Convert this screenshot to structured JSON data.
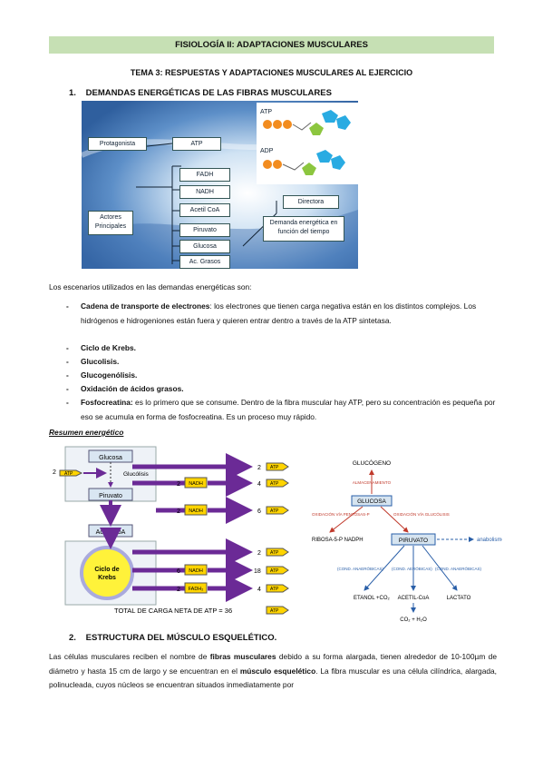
{
  "header": {
    "title": "FISIOLOGÍA II: ADAPTACIONES MUSCULARES",
    "subtitle": "TEMA 3: RESPUESTAS Y ADAPTACIONES MUSCULARES AL EJERCICIO"
  },
  "section1": {
    "num": "1.",
    "title": "DEMANDAS ENERGÉTICAS DE LAS FIBRAS MUSCULARES",
    "figure": {
      "protagonista": "Protagonista",
      "actores": "Actores Principales",
      "atp": "ATP",
      "items": [
        "FADH",
        "NADH",
        "Acetil CoA",
        "Piruvato",
        "Glucosa",
        "Ac. Grasos"
      ],
      "directora": "Directora",
      "demanda": "Demanda energética en función del tiempo",
      "atp_mol": "ATP",
      "adp_mol": "ADP"
    },
    "intro": "Los escenarios utilizados en las demandas energéticas son:",
    "bullets": [
      {
        "bold": "Cadena de transporte de electrones",
        "rest": ": los electrones que tienen carga negativa están en los distintos complejos. Los hidrógenos e hidrogeniones están fuera y quieren entrar dentro a través de la ATP sintetasa."
      },
      {
        "bold": "Ciclo de Krebs.",
        "rest": ""
      },
      {
        "bold": "Glucolisis.",
        "rest": ""
      },
      {
        "bold": "Glucogenólisis.",
        "rest": ""
      },
      {
        "bold": "Oxidación de ácidos grasos.",
        "rest": ""
      },
      {
        "bold": "Fosfocreatina:",
        "rest": " es lo primero que se consume. Dentro de la fibra muscular hay ATP, pero su concentración es pequeña por eso se acumula en forma de fosfocreatina. Es un proceso muy rápido."
      }
    ],
    "dash": "-"
  },
  "resumen": {
    "heading": "Resumen energético",
    "left": {
      "glucosa": "Glucosa",
      "glucolisis": "Glucólisis",
      "piruvato": "Piruvato",
      "acetil": "Acetil CoA",
      "ciclo": "Ciclo de Krebs",
      "in_count": "2",
      "atp": "ATP",
      "nadh": "NADH",
      "fadh": "FADH₂",
      "outputs": [
        {
          "n": "2",
          "label": "ATP",
          "carrier": ""
        },
        {
          "n": "4",
          "label": "ATP",
          "carrier": "2"
        },
        {
          "n": "6",
          "label": "ATP",
          "carrier": "2"
        },
        {
          "n": "2",
          "label": "ATP",
          "carrier": ""
        },
        {
          "n": "18",
          "label": "ATP",
          "carrier": "6"
        },
        {
          "n": "4",
          "label": "ATP",
          "carrier": "2"
        }
      ],
      "total": "TOTAL DE CARGA NETA DE ATP =  36"
    },
    "right": {
      "glucogeno": "GLUCÓGENO",
      "almacenamiento": "ALMACENAMIENTO",
      "glucosa": "GLUCOSA",
      "via_pentosas": "OXIDACIÓN VÍA PENTOSAS-P",
      "via_glucolisis": "OXIDACIÓN VÍA GLUCÓLISIS",
      "ribosa": "RIBOSA-5-P NADPH",
      "piruvato": "PIRUVATO",
      "anabolismo": "anabolismo",
      "anaerobicas1": "(COND. ANAERÓBICAS)",
      "aerobicas": "(COND. AERÓBICAS)",
      "anaerobicas2": "(COND. ANAERÓBICAS)",
      "etanol": "ETANOL +CO₂",
      "acetil": "ACETIL-CoA",
      "lactato": "LACTATO",
      "co2": "CO₂ + H₂O"
    }
  },
  "section2": {
    "num": "2.",
    "title": "ESTRUCTURA DEL MÚSCULO ESQUELÉTICO.",
    "p_start": "Las células musculares reciben el nombre de ",
    "b1": "fibras musculares",
    "p_mid": " debido a su forma alargada, tienen alrededor de 10-100µm de diámetro y hasta 15 cm de largo y se encuentran en el ",
    "b2": "músculo esquelético",
    "p_end": ". La fibra muscular es una célula cilíndrica, alargada, polinucleada, cuyos núcleos se encuentran situados inmediatamente por"
  }
}
